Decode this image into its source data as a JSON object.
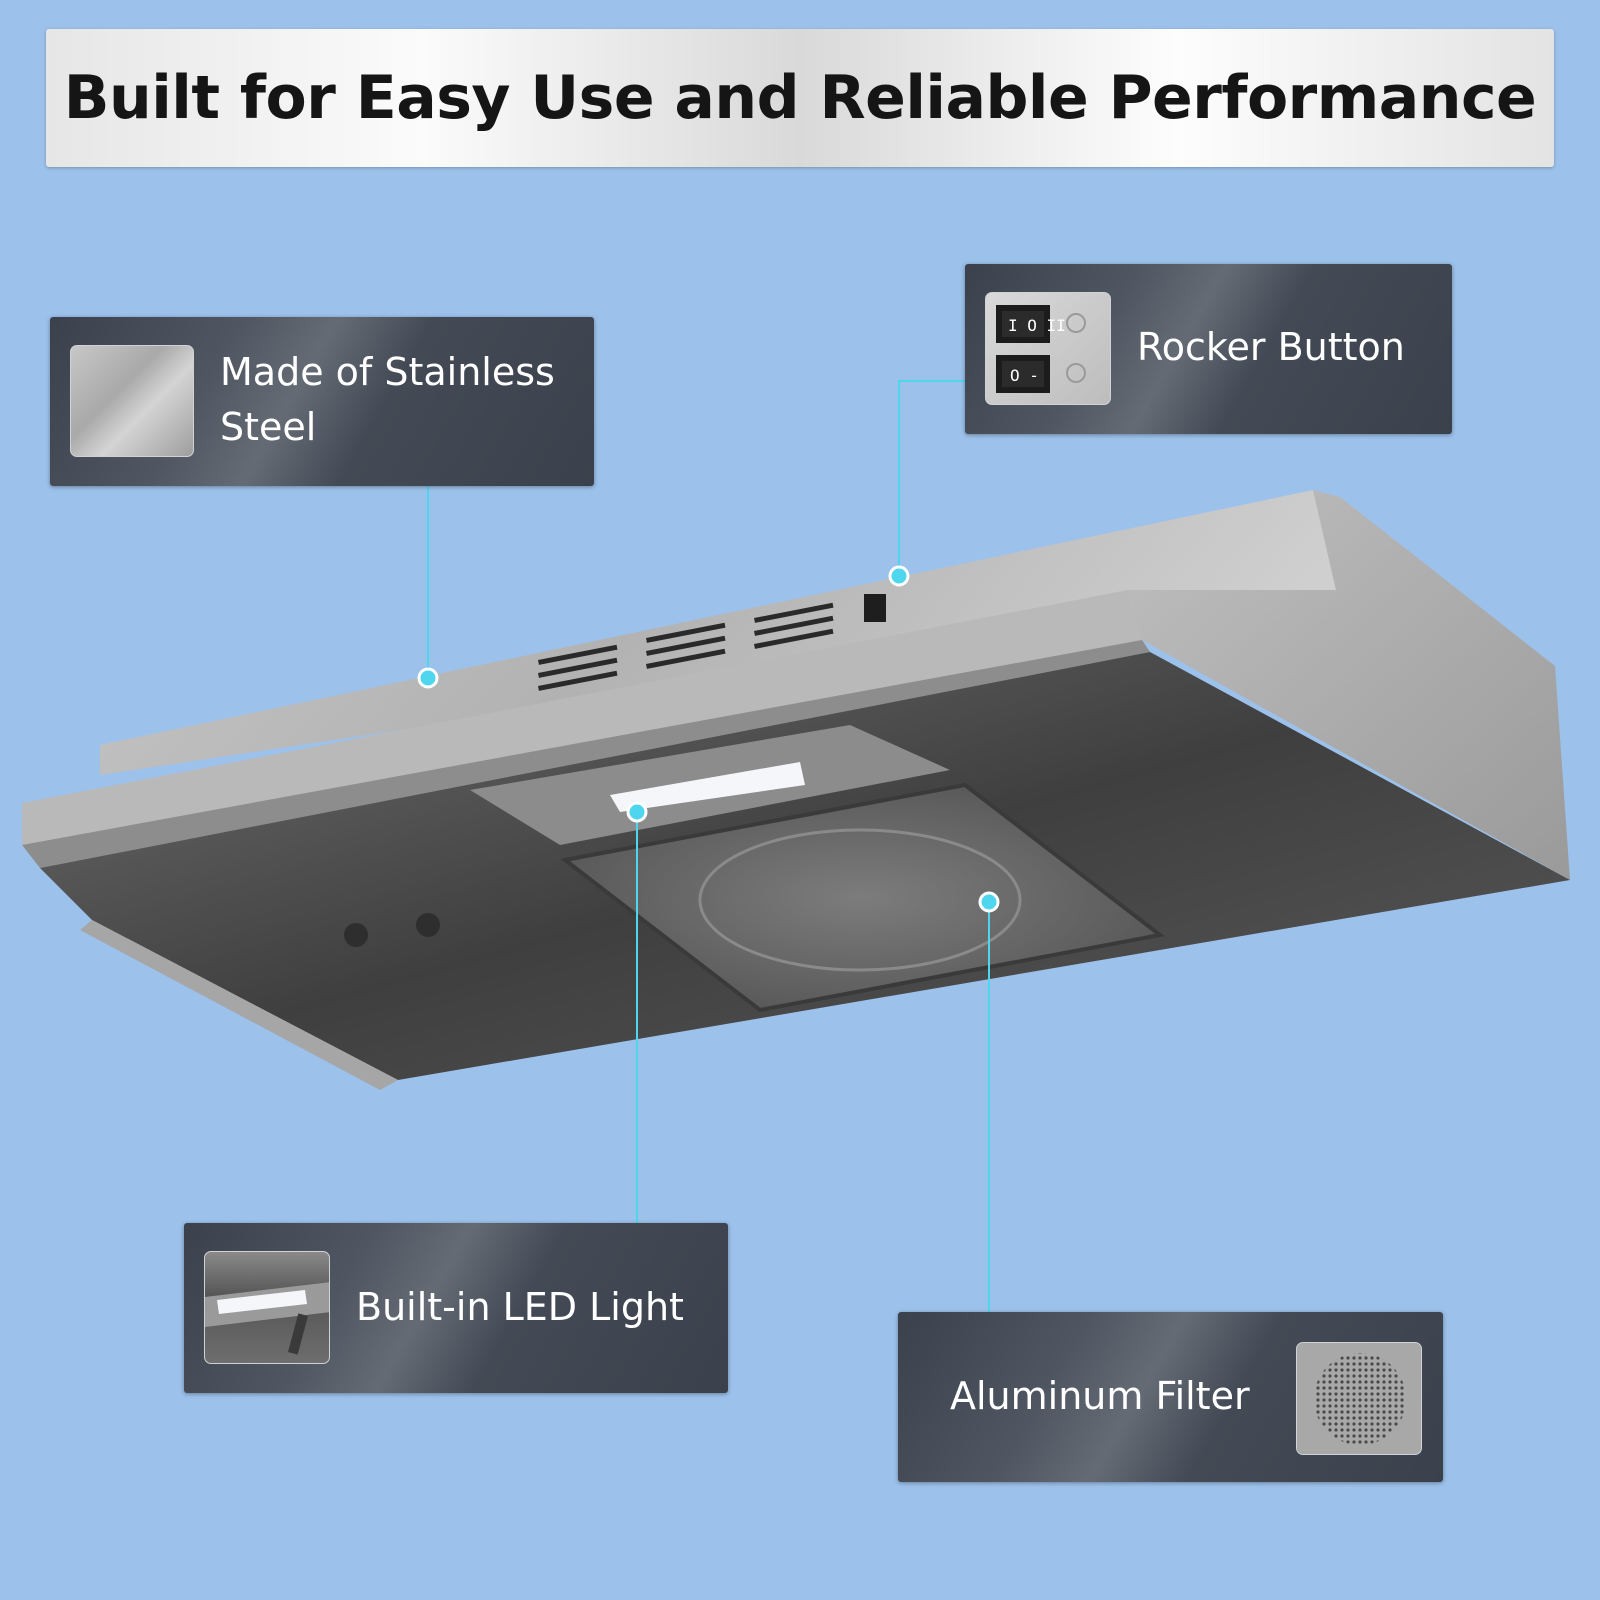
{
  "title": "Built for Easy Use and Reliable Performance",
  "callouts": {
    "stainless_steel": {
      "label": "Made of Stainless Steel",
      "thumbnail_icon": "brushed-steel-swatch"
    },
    "rocker_button": {
      "label": "Rocker Button",
      "thumbnail_icon": "rocker-switch-panel"
    },
    "led_light": {
      "label": "Built-in LED Light",
      "thumbnail_icon": "led-light-closeup"
    },
    "aluminum_filter": {
      "label": "Aluminum Filter",
      "thumbnail_icon": "mesh-filter-closeup"
    }
  },
  "colors": {
    "background": "#9cc1eb",
    "leader_line": "#4fd6ef",
    "callout_panel": "#434a55",
    "steel": "#b8b8b8"
  }
}
